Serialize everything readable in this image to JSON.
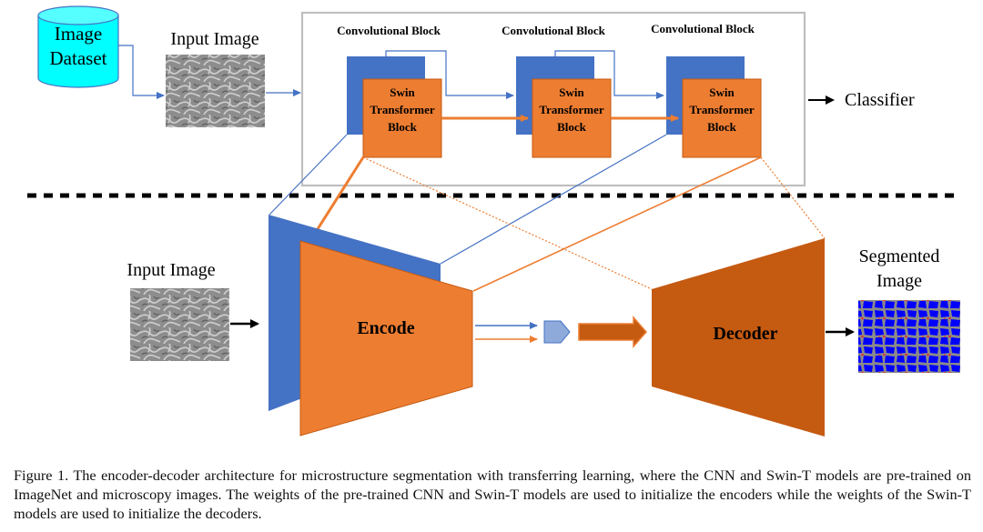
{
  "top": {
    "dataset_label_line1": "Image",
    "dataset_label_line2": "Dataset",
    "input_image_label": "Input Image",
    "conv_block_labels": [
      "Convolutional Block",
      "Convolutional Block",
      "Convolutional Block"
    ],
    "swin_block_line1": "Swin",
    "swin_block_line2": "Transformer",
    "swin_block_line3": "Block",
    "classifier_label": "Classifier"
  },
  "bottom": {
    "input_image_label": "Input Image",
    "encoder_label": "Encode",
    "decoder_label": "Decoder",
    "segmented_label_line1": "Segmented",
    "segmented_label_line2": "Image"
  },
  "caption": {
    "text": "Figure 1. The encoder-decoder architecture for microstructure segmentation with transferring learning, where the CNN and Swin-T models are pre-trained on ImageNet and microscopy images. The weights of the pre-trained CNN and Swin-T models are used to initialize the encoders while the weights of the Swin-T models are used to initialize the decoders."
  },
  "colors": {
    "cnn_blue": "#4472c4",
    "swin_orange": "#ed7d31",
    "decoder_orange": "#c55a11",
    "dataset_cyan": "#00ffff",
    "frame_gray": "#bfbfbf",
    "segment_blue": "#0000ff"
  }
}
